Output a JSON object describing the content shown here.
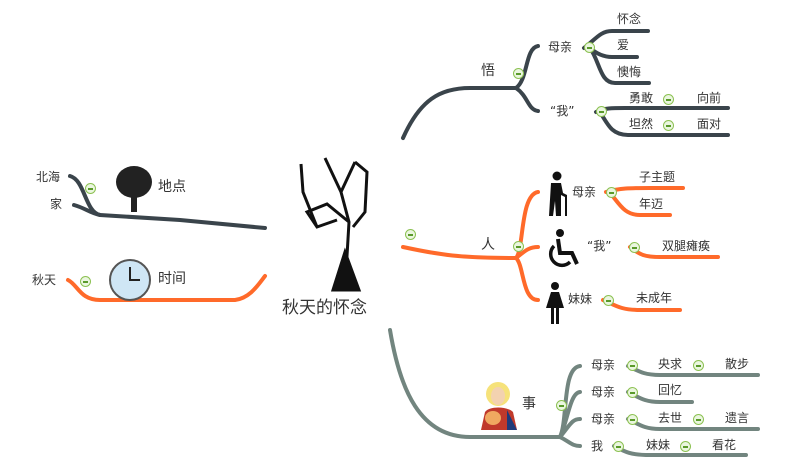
{
  "central_topic": "秋天的怀念",
  "colors": {
    "wu_branch": "#3a444b",
    "ren_branch": "#ff6a2a",
    "shi_branch": "#72857f",
    "collapse": "#8cc152"
  },
  "left": {
    "place": {
      "label": "地点",
      "children": [
        "北海",
        "家"
      ]
    },
    "time": {
      "label": "时间",
      "children": [
        "秋天"
      ]
    }
  },
  "wu": {
    "label": "悟",
    "mother": {
      "label": "母亲",
      "children": [
        "怀念",
        "爱",
        "懊悔"
      ]
    },
    "me": {
      "label": "“我”",
      "rows": [
        [
          "勇敢",
          "向前"
        ],
        [
          "坦然",
          "面对"
        ]
      ]
    }
  },
  "ren": {
    "label": "人",
    "mother": {
      "label": "母亲",
      "children": [
        "子主题",
        "年迈"
      ]
    },
    "me": {
      "label": "“我”",
      "children": [
        "双腿瘫痪"
      ]
    },
    "sister": {
      "label": "妹妹",
      "children": [
        "未成年"
      ]
    }
  },
  "shi": {
    "label": "事",
    "rows": [
      [
        "母亲",
        "央求",
        "散步"
      ],
      [
        "母亲",
        "回忆"
      ],
      [
        "母亲",
        "去世",
        "遗言"
      ],
      [
        "我",
        "妹妹",
        "看花"
      ]
    ]
  }
}
